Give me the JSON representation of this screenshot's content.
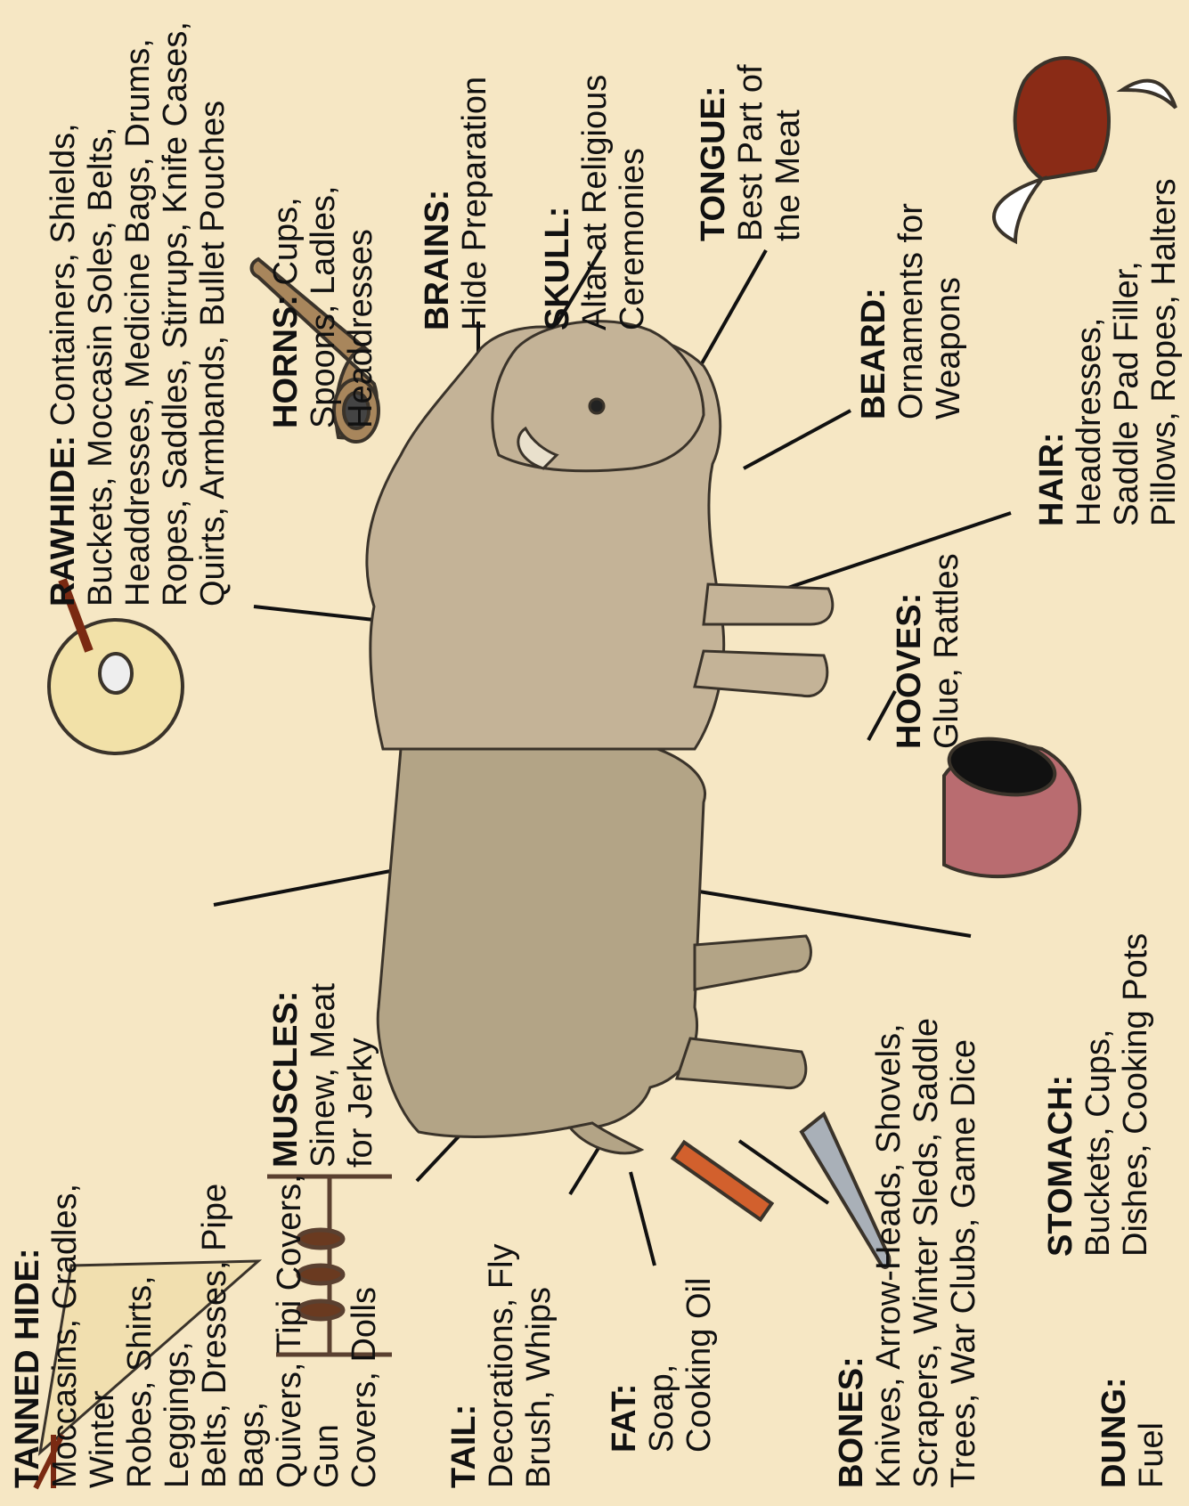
{
  "colors": {
    "background": "#f6e7c4",
    "bison_body": "#c4b397",
    "bison_hind": "#b3a486",
    "outline": "#3a332a",
    "leader": "#111111",
    "pot": "#b96c70",
    "hair_patch": "#8a2b16",
    "drum": "#f2e1a8",
    "knife_handle": "#d2602d",
    "knife_blade": "#a9b0b8",
    "tipi": "#f1dfaf"
  },
  "icons": [
    "tipi-icon",
    "drying-rack-icon",
    "drum-icon",
    "horn-ladle-icon",
    "pot-icon",
    "knife-icon",
    "hair-horns-icon"
  ],
  "labels": {
    "tanned_hide": {
      "title": "TANNED HIDE:",
      "lines": [
        "Moccasins, Cradles, Winter",
        "Robes, Shirts, Leggings,",
        "Belts, Dresses, Pipe Bags,",
        "Quivers, Tipi Covers, Gun",
        "Covers, Dolls"
      ]
    },
    "rawhide": {
      "title": "RAWHIDE:",
      "first": "Containers, Shields,",
      "lines": [
        "Buckets, Moccasin Soles, Belts,",
        "Headdresses, Medicine Bags, Drums,",
        "Ropes, Saddles, Stirrups, Knife Cases,",
        "Quirts, Armbands, Bullet Pouches"
      ]
    },
    "muscles": {
      "title": "MUSCLES:",
      "first": "Sinew, Meat",
      "lines": [
        "for Jerky"
      ]
    },
    "horns": {
      "title": "HORNS:",
      "first": "Cups,",
      "lines": [
        "Spoons, Ladles,",
        "Headdresses"
      ]
    },
    "brains": {
      "title": "BRAINS:",
      "lines": [
        "Hide Preparation"
      ]
    },
    "skull": {
      "title": "SKULL:",
      "lines": [
        "Altar at Religious",
        "Ceremonies"
      ]
    },
    "tongue": {
      "title": "TONGUE:",
      "lines": [
        "Best Part of",
        "the Meat"
      ]
    },
    "tail": {
      "title": "TAIL:",
      "lines": [
        "Decorations, Fly",
        "Brush, Whips"
      ]
    },
    "fat": {
      "title": "FAT:",
      "lines": [
        "Soap,",
        "Cooking Oil"
      ]
    },
    "bones": {
      "title": "BONES:",
      "lines": [
        "Knives, Arrow-Heads, Shovels,",
        "Scrapers, Winter Sleds, Saddle",
        "Trees, War Clubs, Game Dice"
      ]
    },
    "hooves": {
      "title": "HOOVES:",
      "lines": [
        "Glue, Rattles"
      ]
    },
    "beard": {
      "title": "BEARD:",
      "lines": [
        "Ornaments for",
        "Weapons"
      ]
    },
    "stomach": {
      "title": "STOMACH:",
      "lines": [
        "Buckets, Cups,",
        "Dishes, Cooking Pots"
      ]
    },
    "hair": {
      "title": "HAIR:",
      "lines": [
        "Headdresses,",
        "Saddle Pad Filler,",
        "Pillows, Ropes, Halters"
      ]
    },
    "dung": {
      "title": "DUNG:",
      "lines": [
        "Fuel"
      ]
    }
  }
}
